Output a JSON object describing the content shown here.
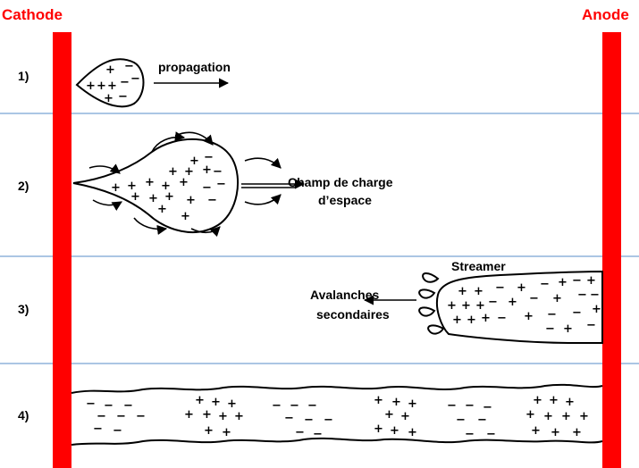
{
  "electrodes": {
    "cathode_label": "Cathode",
    "anode_label": "Anode",
    "color": "#ff0000",
    "separator_color": "#8fb4dc"
  },
  "steps": [
    {
      "number": "1)",
      "labels": [
        "propagation"
      ]
    },
    {
      "number": "2)",
      "labels": [
        "Champ de charge",
        "d’espace"
      ]
    },
    {
      "number": "3)",
      "labels": [
        "Streamer",
        "Avalanches",
        "secondaires"
      ]
    },
    {
      "number": "4)",
      "labels": []
    }
  ],
  "symbols": {
    "positive": "+",
    "negative": "−"
  }
}
